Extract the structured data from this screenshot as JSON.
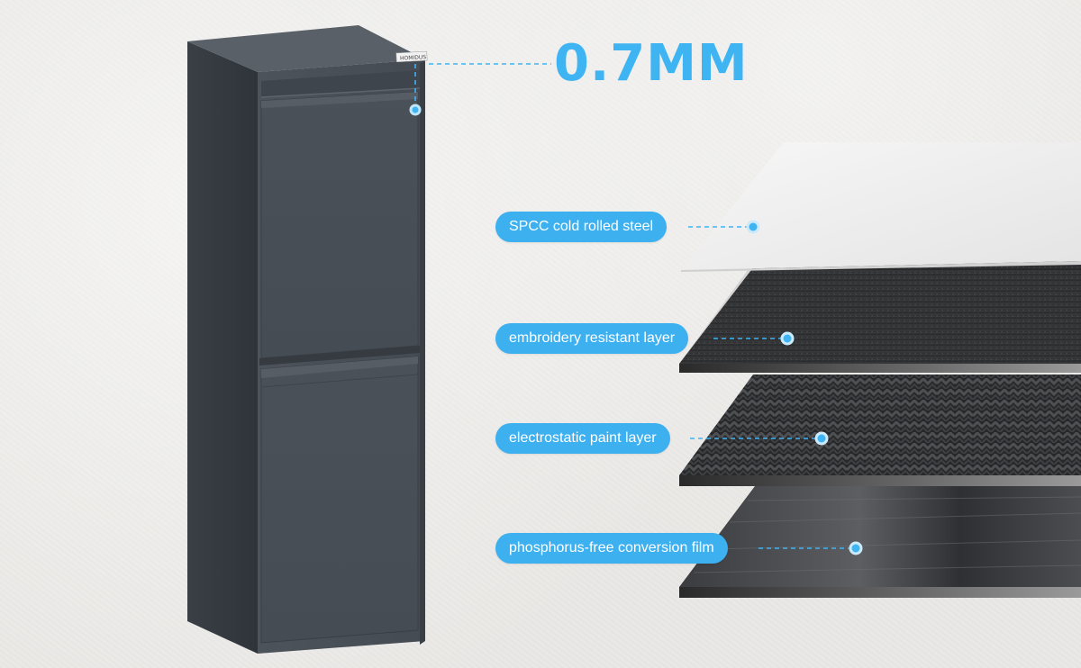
{
  "thickness": {
    "label": "0.7MM"
  },
  "cabinet": {
    "brand_label": "HOMIDUS"
  },
  "layers": [
    {
      "label": "SPCC cold rolled steel"
    },
    {
      "label": "embroidery resistant layer"
    },
    {
      "label": "electrostatic paint layer"
    },
    {
      "label": "phosphorus-free conversion film"
    }
  ],
  "colors": {
    "accent": "#3fb4f2",
    "cabinet": "#4a5058",
    "background": "#ecebe8"
  }
}
